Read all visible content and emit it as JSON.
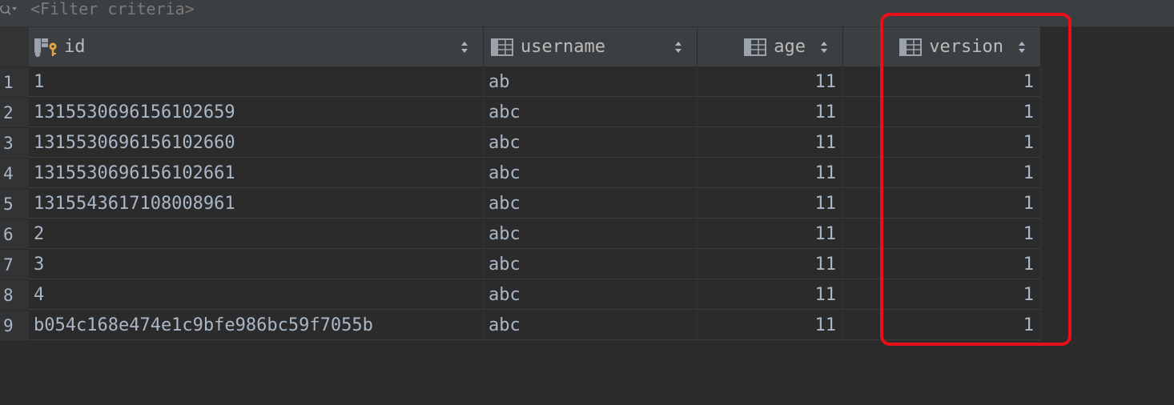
{
  "filter": {
    "placeholder": "<Filter criteria>"
  },
  "columns": [
    {
      "name": "id",
      "icon": "primary-key-column-icon",
      "align": "left"
    },
    {
      "name": "username",
      "icon": "column-icon",
      "align": "left"
    },
    {
      "name": "age",
      "icon": "column-icon",
      "align": "right"
    },
    {
      "name": "version",
      "icon": "column-icon",
      "align": "right"
    }
  ],
  "rows": [
    {
      "num": "1",
      "id": "1",
      "username": "ab",
      "age": "11",
      "version": "1"
    },
    {
      "num": "2",
      "id": "1315530696156102659",
      "username": "abc",
      "age": "11",
      "version": "1"
    },
    {
      "num": "3",
      "id": "1315530696156102660",
      "username": "abc",
      "age": "11",
      "version": "1"
    },
    {
      "num": "4",
      "id": "1315530696156102661",
      "username": "abc",
      "age": "11",
      "version": "1"
    },
    {
      "num": "5",
      "id": "1315543617108008961",
      "username": "abc",
      "age": "11",
      "version": "1"
    },
    {
      "num": "6",
      "id": "2",
      "username": "abc",
      "age": "11",
      "version": "1"
    },
    {
      "num": "7",
      "id": "3",
      "username": "abc",
      "age": "11",
      "version": "1"
    },
    {
      "num": "8",
      "id": "4",
      "username": "abc",
      "age": "11",
      "version": "1"
    },
    {
      "num": "9",
      "id": "b054c168e474e1c9bfe986bc59f7055b",
      "username": "abc",
      "age": "11",
      "version": "1"
    }
  ],
  "colors": {
    "annotation": "#e8101a",
    "background": "#2b2b2b",
    "header": "#3c3f41"
  }
}
